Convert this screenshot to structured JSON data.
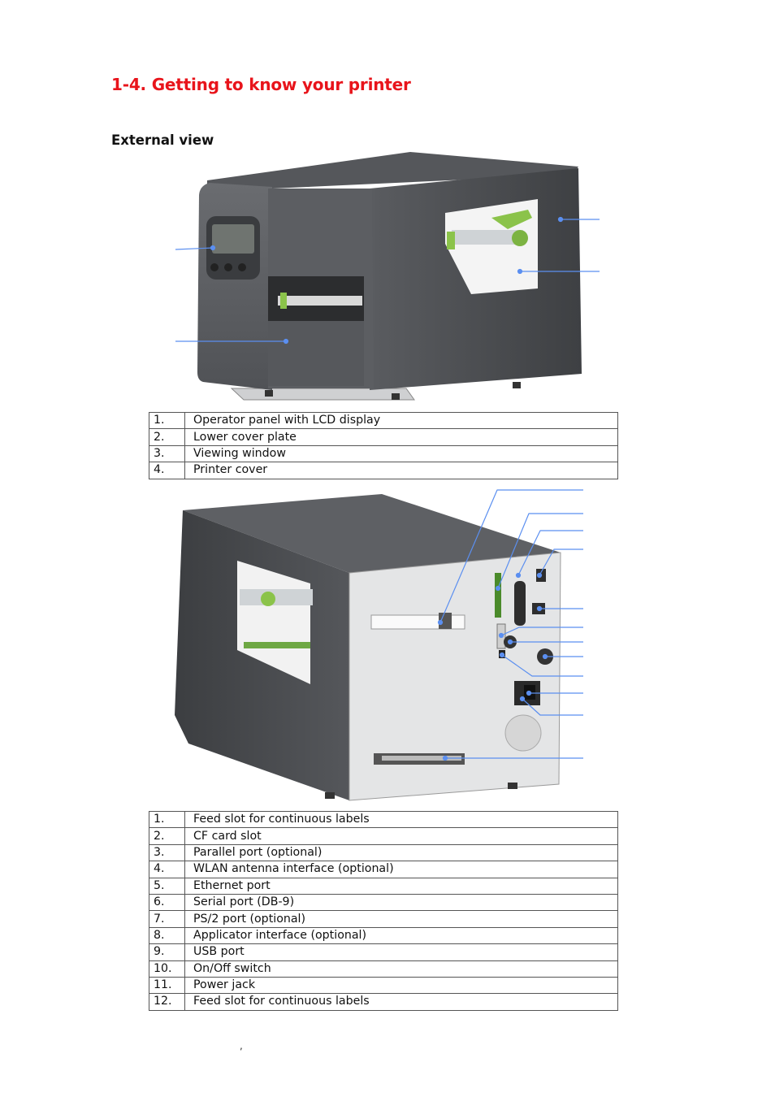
{
  "heading": "1-4. Getting to know your printer",
  "subheading": "External view",
  "front_parts": [
    {
      "num": "1.",
      "label": "Operator panel with LCD display"
    },
    {
      "num": "2.",
      "label": "Lower cover plate"
    },
    {
      "num": "3.",
      "label": "Viewing window"
    },
    {
      "num": "4.",
      "label": "Printer cover"
    }
  ],
  "rear_parts": [
    {
      "num": "1.",
      "label": "Feed slot for continuous labels"
    },
    {
      "num": "2.",
      "label": "CF card slot"
    },
    {
      "num": "3.",
      "label": "Parallel port (optional)"
    },
    {
      "num": "4.",
      "label": "WLAN antenna interface (optional)"
    },
    {
      "num": "5.",
      "label": "Ethernet port"
    },
    {
      "num": "6.",
      "label": "Serial port (DB-9)"
    },
    {
      "num": "7.",
      "label": "PS/2 port (optional)"
    },
    {
      "num": "8.",
      "label": "Applicator interface (optional)"
    },
    {
      "num": "9.",
      "label": "USB port"
    },
    {
      "num": "10.",
      "label": "On/Off switch"
    },
    {
      "num": "11.",
      "label": "Power jack"
    },
    {
      "num": "12.",
      "label": "Feed slot for continuous labels"
    }
  ],
  "stray_mark": ",",
  "colors": {
    "heading": "#e8141b",
    "callout": "#5b8ff0",
    "printer_body": "#4a4c4f"
  }
}
